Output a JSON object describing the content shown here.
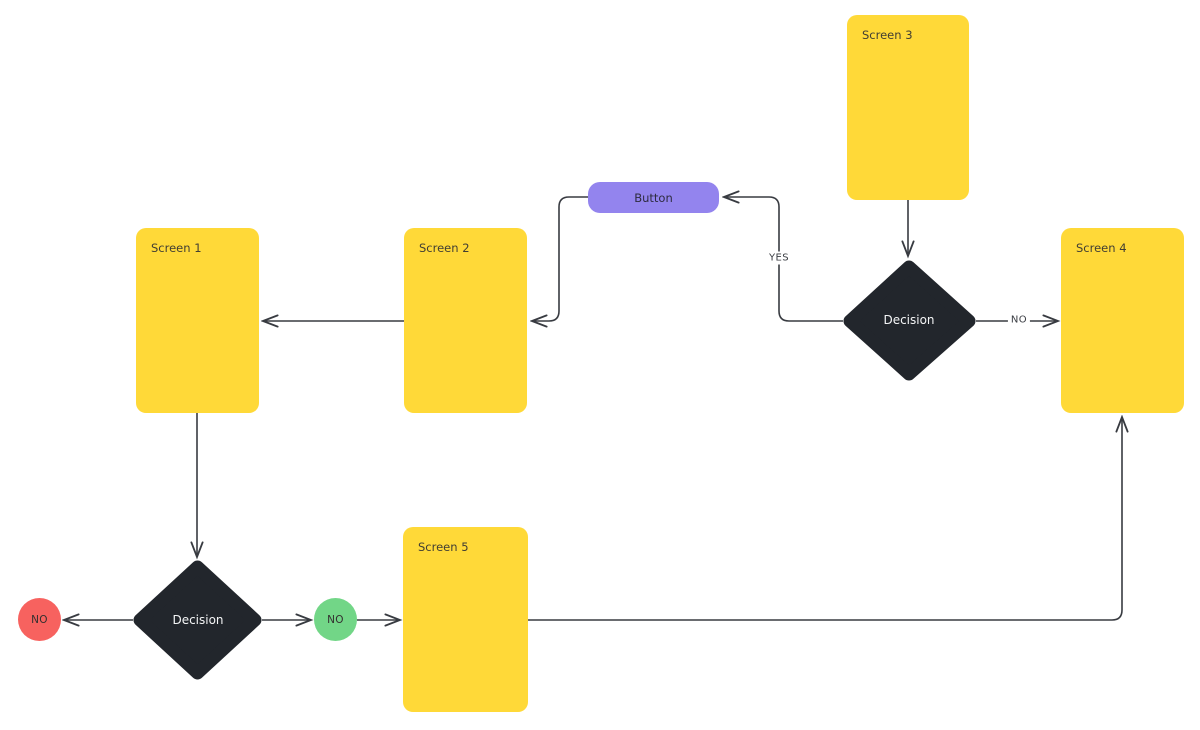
{
  "colors": {
    "yellow": "#FFD938",
    "purple": "#9384EE",
    "dark": "#22262C",
    "red": "#F7625F",
    "green": "#72D687",
    "line": "#383B41",
    "label_text": "#413E33",
    "white_text": "#F4F5F6",
    "background": "#FFFFFF"
  },
  "nodes": {
    "screen1": {
      "label": "Screen 1",
      "type": "screen"
    },
    "screen2": {
      "label": "Screen 2",
      "type": "screen"
    },
    "screen3": {
      "label": "Screen 3",
      "type": "screen"
    },
    "screen4": {
      "label": "Screen 4",
      "type": "screen"
    },
    "screen5": {
      "label": "Screen 5",
      "type": "screen"
    },
    "button": {
      "label": "Button",
      "type": "button"
    },
    "decision_top": {
      "label": "Decision",
      "type": "decision"
    },
    "decision_bottom": {
      "label": "Decision",
      "type": "decision"
    },
    "terminal_no_red": {
      "label": "NO",
      "type": "terminal"
    },
    "terminal_no_green": {
      "label": "NO",
      "type": "terminal"
    }
  },
  "edge_labels": {
    "yes": "YES",
    "no": "NO"
  }
}
